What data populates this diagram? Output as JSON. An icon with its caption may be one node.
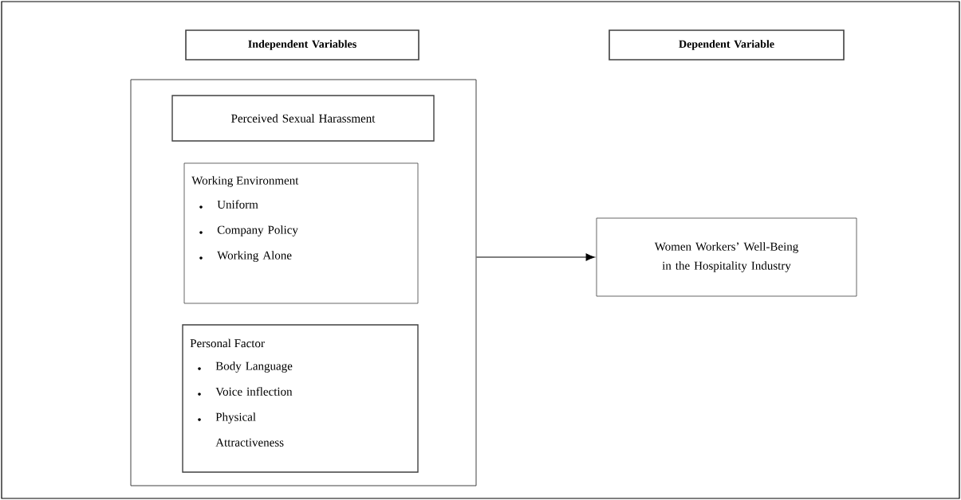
{
  "diagram": {
    "nodes": [
      {
        "text": [
          "Independent Variables"
        ]
      },
      {
        "text": [
          "Dependent Variable"
        ]
      },
      {
        "text": [],
        "shape": "box"
      },
      {
        "text": [
          "Perceived Sexual Harassment"
        ],
        "in": 2
      },
      {
        "text": [
          "Working Environment",
          "Uniform",
          "Company Policy",
          "Working Alone"
        ],
        "in": 2
      },
      {
        "text": [
          "Personal Factor",
          "Body Language",
          "Voice inflection",
          "Physical Attractiveness"
        ],
        "in": 2
      },
      {
        "text": [
          "Women Workers’ Well-Being in the Hospitality Industry"
        ]
      }
    ],
    "edges": [
      {
        "from": 2,
        "to": 6,
        "arrow": "to"
      }
    ]
  }
}
